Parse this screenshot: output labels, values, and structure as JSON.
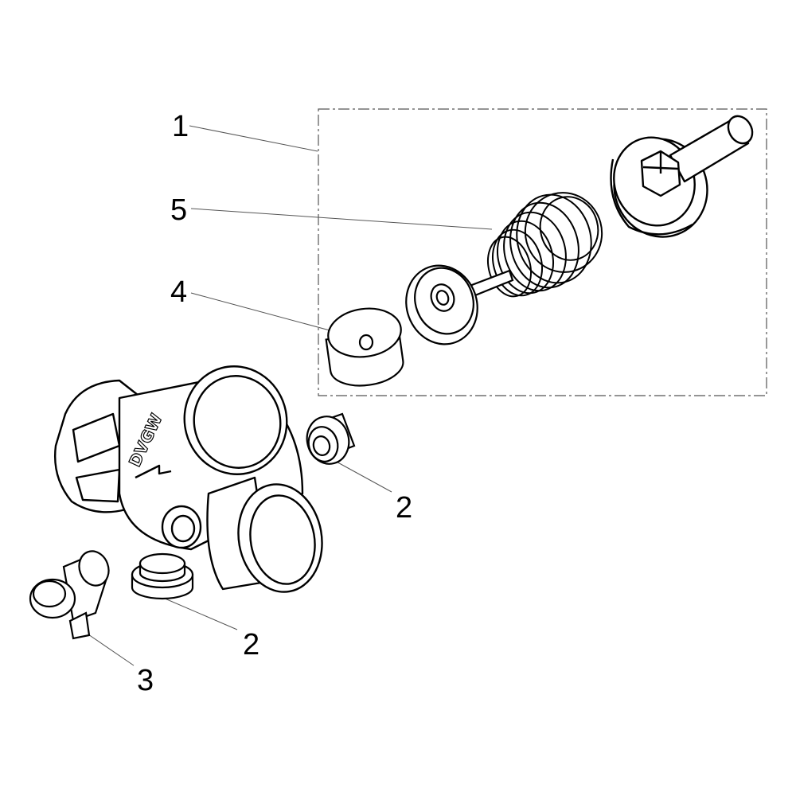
{
  "diagram": {
    "callouts": {
      "kit_assembly": "1",
      "spring": "5",
      "disc": "4",
      "plug_right": "2",
      "plug_bottom": "2",
      "drain_valve": "3"
    },
    "body_marking": "DVGW"
  },
  "colors": {
    "line": "#000000",
    "leader": "#555555",
    "background": "#ffffff"
  }
}
